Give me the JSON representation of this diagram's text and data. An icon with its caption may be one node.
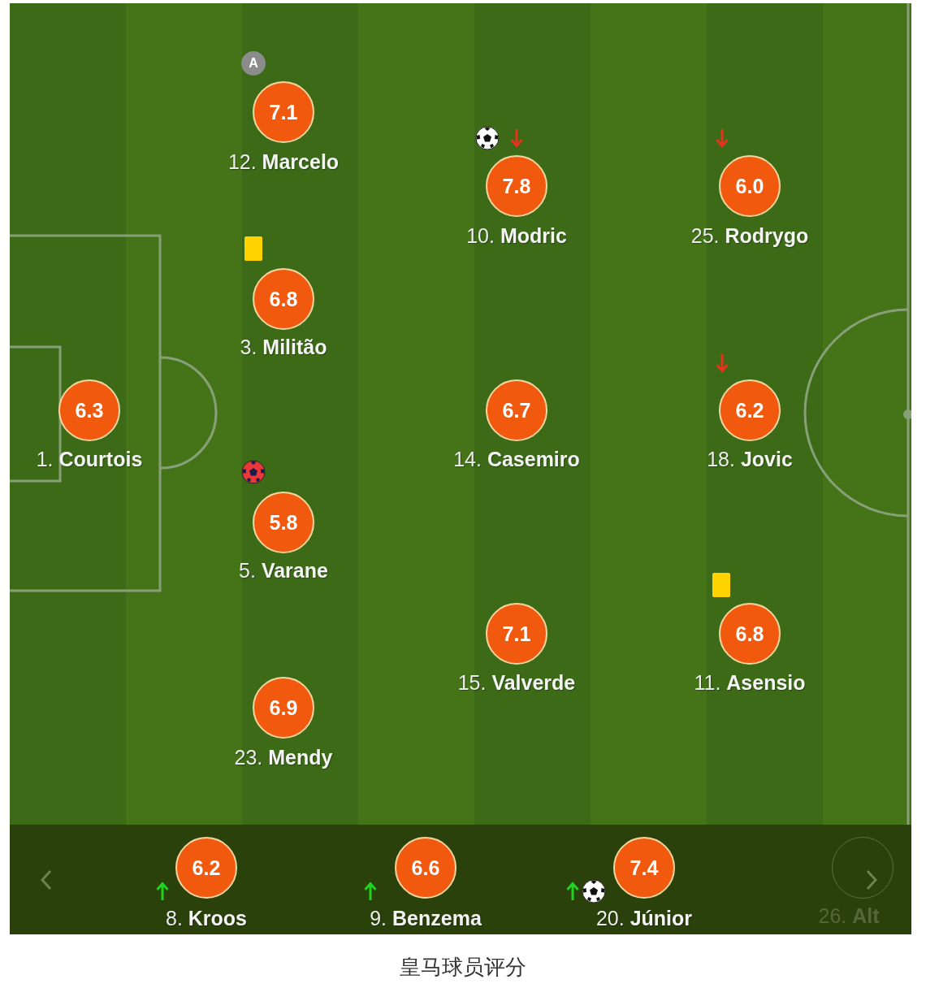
{
  "diagram": {
    "caption": "皇马球员评分",
    "nodes": [
      {
        "text": [
          "A"
        ]
      },
      {
        "text": [
          "7.1"
        ],
        "beside": [
          "12. **Marcelo**"
        ]
      },
      {
        "text": [
          "7.8"
        ],
        "beside": [
          "10. **Modric**"
        ]
      },
      {
        "text": [
          "6.0"
        ],
        "beside": [
          "25. **Rodrygo**"
        ]
      },
      {
        "text": [
          "6.8"
        ],
        "beside": [
          "3. **Militão**"
        ]
      },
      {
        "text": [
          "6.3"
        ],
        "beside": [
          "1. **Courtois**"
        ]
      },
      {
        "text": [
          "6.7"
        ],
        "beside": [
          "14. **Casemiro**"
        ]
      },
      {
        "text": [
          "6.2"
        ],
        "beside": [
          "18. **Jovic**"
        ]
      },
      {
        "text": [
          "5.8"
        ],
        "beside": [
          "5. **Varane**"
        ]
      },
      {
        "text": [
          "7.1"
        ],
        "beside": [
          "15. **Valverde**"
        ]
      },
      {
        "text": [
          "6.8"
        ],
        "beside": [
          "11. **Asensio**"
        ]
      },
      {
        "text": [
          "6.9"
        ],
        "beside": [
          "23. **Mendy**"
        ]
      },
      {
        "text": [
          "6.2"
        ],
        "beside": [
          "8. **Kroos**"
        ]
      },
      {
        "text": [
          "6.6"
        ],
        "beside": [
          "9. **Benzema**"
        ]
      },
      {
        "text": [
          "7.4"
        ],
        "beside": [
          "20. **Júnior**"
        ]
      },
      {
        "text": [],
        "shape": "circle",
        "beside": [
          "26. **Alt**"
        ]
      }
    ]
  }
}
